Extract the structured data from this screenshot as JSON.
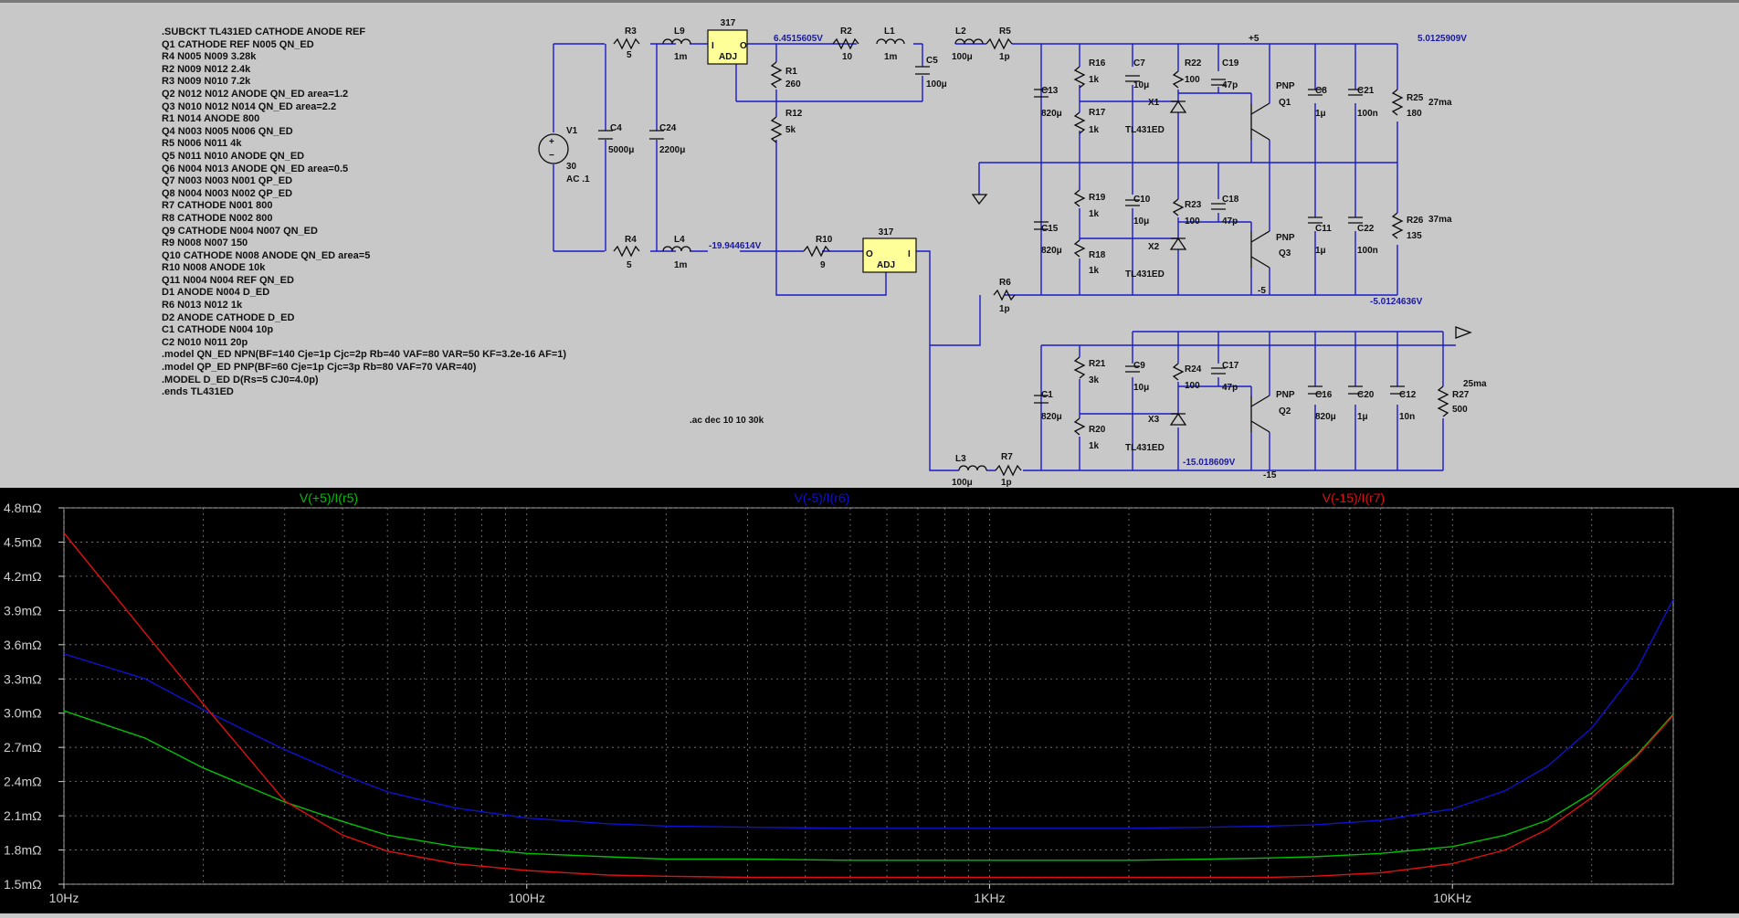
{
  "netlist": [
    ".SUBCKT TL431ED CATHODE ANODE REF",
    "Q1 CATHODE REF N005 QN_ED",
    "R4 N005 N009 3.28k",
    "R2 N009 N012 2.4k",
    "R3 N009 N010 7.2k",
    "Q2 N012 N012 ANODE QN_ED area=1.2",
    "Q3 N010 N012 N014 QN_ED area=2.2",
    "R1 N014 ANODE 800",
    "Q4 N003 N005 N006 QN_ED",
    "R5 N006 N011 4k",
    "Q5 N011 N010 ANODE QN_ED",
    "Q6 N004 N013 ANODE QN_ED area=0.5",
    "Q7 N003 N003 N001 QP_ED",
    "Q8 N004 N003 N002 QP_ED",
    "R7 CATHODE N001 800",
    "R8 CATHODE N002 800",
    "Q9 CATHODE N004 N007 QN_ED",
    "R9 N008 N007 150",
    "Q10 CATHODE N008 ANODE QN_ED area=5",
    "R10 N008 ANODE 10k",
    "Q11 N004 N004 REF QN_ED",
    "D1 ANODE N004 D_ED",
    "R6 N013 N012 1k",
    "D2 ANODE CATHODE D_ED",
    "C1 CATHODE N004 10p",
    "C2 N010 N011 20p",
    ".model QN_ED NPN(BF=140 Cje=1p Cjc=2p Rb=40 VAF=80 VAR=50 KF=3.2e-16 AF=1)",
    ".model QP_ED PNP(BF=60 Cje=1p Cjc=3p Rb=80 VAF=70 VAR=40)",
    ".MODEL D_ED D(Rs=5 CJ0=4.0p)",
    ".ends TL431ED"
  ],
  "directive": ".ac dec 10 10 30k",
  "components": {
    "V1": {
      "name": "V1",
      "value": "30",
      "extra": "AC .1"
    },
    "R3": {
      "name": "R3",
      "value": "5"
    },
    "L9": {
      "name": "L9",
      "value": "1m"
    },
    "U1": {
      "name": "317",
      "in": "I",
      "out": "O",
      "adj": "ADJ"
    },
    "R2": {
      "name": "R2",
      "value": "10"
    },
    "L1": {
      "name": "L1",
      "value": "1m"
    },
    "C5": {
      "name": "C5",
      "value": "100μ"
    },
    "L2": {
      "name": "L2",
      "value": "100μ"
    },
    "R5": {
      "name": "R5",
      "value": "1p"
    },
    "R1": {
      "name": "R1",
      "value": "260"
    },
    "R12": {
      "name": "R12",
      "value": "5k"
    },
    "C4": {
      "name": "C4",
      "value": "5000μ"
    },
    "C24": {
      "name": "C24",
      "value": "2200μ"
    },
    "R4": {
      "name": "R4",
      "value": "5"
    },
    "L4": {
      "name": "L4",
      "value": "1m"
    },
    "R10": {
      "name": "R10",
      "value": "9"
    },
    "U2": {
      "name": "317",
      "in": "I",
      "out": "O",
      "adj": "ADJ"
    },
    "L3": {
      "name": "L3",
      "value": "100μ"
    },
    "R7": {
      "name": "R7",
      "value": "1p"
    },
    "R6": {
      "name": "R6",
      "value": "1p"
    },
    "C13": {
      "name": "C13",
      "value": "820μ"
    },
    "R16": {
      "name": "R16",
      "value": "1k"
    },
    "R17": {
      "name": "R17",
      "value": "1k"
    },
    "C7": {
      "name": "C7",
      "value": "10μ"
    },
    "R22": {
      "name": "R22",
      "value": "100"
    },
    "C19": {
      "name": "C19",
      "value": "47p"
    },
    "X1": {
      "name": "X1",
      "value": "TL431ED"
    },
    "Q1": {
      "name": "Q1",
      "value": "PNP"
    },
    "C8": {
      "name": "C8",
      "value": "1μ"
    },
    "C21": {
      "name": "C21",
      "value": "100n"
    },
    "R25": {
      "name": "R25",
      "value": "180",
      "note": "27ma"
    },
    "C15": {
      "name": "C15",
      "value": "820μ"
    },
    "R19": {
      "name": "R19",
      "value": "1k"
    },
    "R18": {
      "name": "R18",
      "value": "1k"
    },
    "C10": {
      "name": "C10",
      "value": "10μ"
    },
    "R23": {
      "name": "R23",
      "value": "100"
    },
    "C18": {
      "name": "C18",
      "value": "47p"
    },
    "X2": {
      "name": "X2",
      "value": "TL431ED"
    },
    "Q3": {
      "name": "Q3",
      "value": "PNP"
    },
    "C11": {
      "name": "C11",
      "value": "1μ"
    },
    "C22": {
      "name": "C22",
      "value": "100n"
    },
    "R26": {
      "name": "R26",
      "value": "135",
      "note": "37ma"
    },
    "C1": {
      "name": "C1",
      "value": "820μ"
    },
    "R21": {
      "name": "R21",
      "value": "3k"
    },
    "R20": {
      "name": "R20",
      "value": "1k"
    },
    "C9": {
      "name": "C9",
      "value": "10μ"
    },
    "R24": {
      "name": "R24",
      "value": "100"
    },
    "C17": {
      "name": "C17",
      "value": "47p"
    },
    "X3": {
      "name": "X3",
      "value": "TL431ED"
    },
    "Q2": {
      "name": "Q2",
      "value": "PNP"
    },
    "C16": {
      "name": "C16",
      "value": "820μ"
    },
    "C20": {
      "name": "C20",
      "value": "1μ"
    },
    "C12": {
      "name": "C12",
      "value": "10n"
    },
    "R27": {
      "name": "R27",
      "value": "500",
      "note": "25ma"
    }
  },
  "node_labels": {
    "v_pos_reg": "6.4515605V",
    "v_neg_in": "-19.944614V",
    "v_p5": "5.0125909V",
    "v_m5": "-5.0124636V",
    "v_m15": "-15.018609V",
    "net_p5": "+5",
    "net_m5": "-5",
    "net_m15": "-15"
  },
  "chart_data": {
    "type": "line",
    "x_scale": "log",
    "x": [
      10,
      15,
      20,
      30,
      40,
      50,
      70,
      100,
      150,
      200,
      300,
      500,
      700,
      1000,
      1500,
      2000,
      3000,
      4000,
      5000,
      7000,
      10000,
      13000,
      16000,
      20000,
      25000,
      30000
    ],
    "x_ticks": [
      "10Hz",
      "100Hz",
      "1KHz",
      "10KHz"
    ],
    "x_tick_values": [
      10,
      100,
      1000,
      10000
    ],
    "ylim": [
      1.5,
      4.8
    ],
    "y_ticks": [
      "4.8mΩ",
      "4.5mΩ",
      "4.2mΩ",
      "3.9mΩ",
      "3.6mΩ",
      "3.3mΩ",
      "3.0mΩ",
      "2.7mΩ",
      "2.4mΩ",
      "2.1mΩ",
      "1.8mΩ",
      "1.5mΩ"
    ],
    "y_tick_values": [
      4.8,
      4.5,
      4.2,
      3.9,
      3.6,
      3.3,
      3.0,
      2.7,
      2.4,
      2.1,
      1.8,
      1.5
    ],
    "grid": true,
    "background": "#000000",
    "series": [
      {
        "name": "V(+5)/I(r5)",
        "color": "#00c000",
        "values": [
          3.02,
          2.78,
          2.52,
          2.22,
          2.05,
          1.93,
          1.83,
          1.77,
          1.74,
          1.72,
          1.72,
          1.71,
          1.71,
          1.71,
          1.71,
          1.71,
          1.72,
          1.73,
          1.74,
          1.77,
          1.83,
          1.93,
          2.06,
          2.3,
          2.63,
          2.99
        ]
      },
      {
        "name": "V(-5)/I(r6)",
        "color": "#1010d0",
        "values": [
          3.52,
          3.3,
          3.03,
          2.68,
          2.46,
          2.31,
          2.17,
          2.08,
          2.03,
          2.01,
          2.0,
          1.99,
          1.99,
          1.99,
          1.99,
          1.99,
          2.0,
          2.01,
          2.02,
          2.06,
          2.16,
          2.32,
          2.53,
          2.87,
          3.38,
          4.0
        ]
      },
      {
        "name": "V(-15)/I(r7)",
        "color": "#e01010",
        "values": [
          4.58,
          3.7,
          3.08,
          2.23,
          1.93,
          1.79,
          1.68,
          1.62,
          1.58,
          1.57,
          1.56,
          1.56,
          1.56,
          1.56,
          1.56,
          1.56,
          1.56,
          1.56,
          1.57,
          1.6,
          1.68,
          1.8,
          1.98,
          2.26,
          2.62,
          2.98
        ]
      }
    ]
  }
}
